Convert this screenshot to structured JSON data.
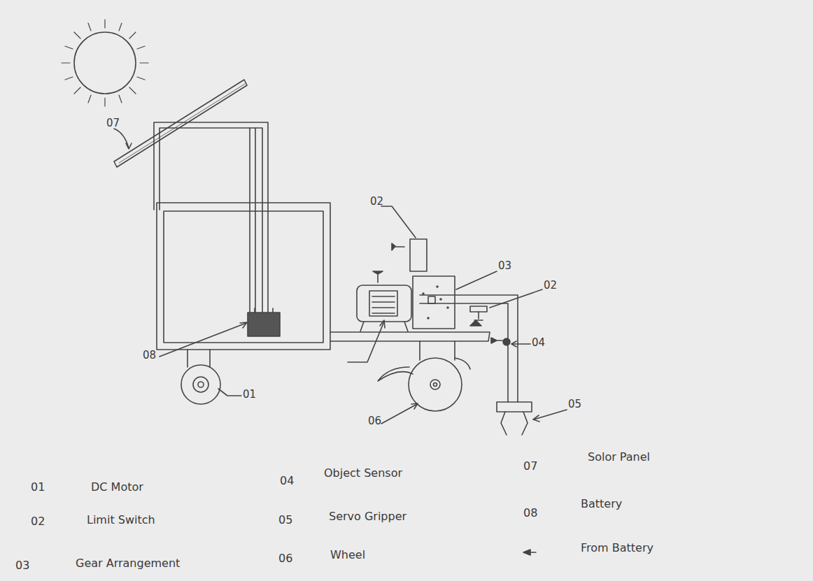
{
  "diagram": {
    "labels": [
      "07",
      "02",
      "03",
      "02",
      "04",
      "05",
      "06",
      "01",
      "08",
      "01",
      "DC Motor",
      "02",
      "Limit Switch",
      "03",
      "Gear Arrangement",
      "04",
      "Object Sensor",
      "05",
      "Servo Gripper",
      "06",
      "Wheel",
      "07",
      "Solor Panel",
      "08",
      "Battery"
    ],
    "legend": [
      {
        "text": "From Battery"
      }
    ]
  }
}
